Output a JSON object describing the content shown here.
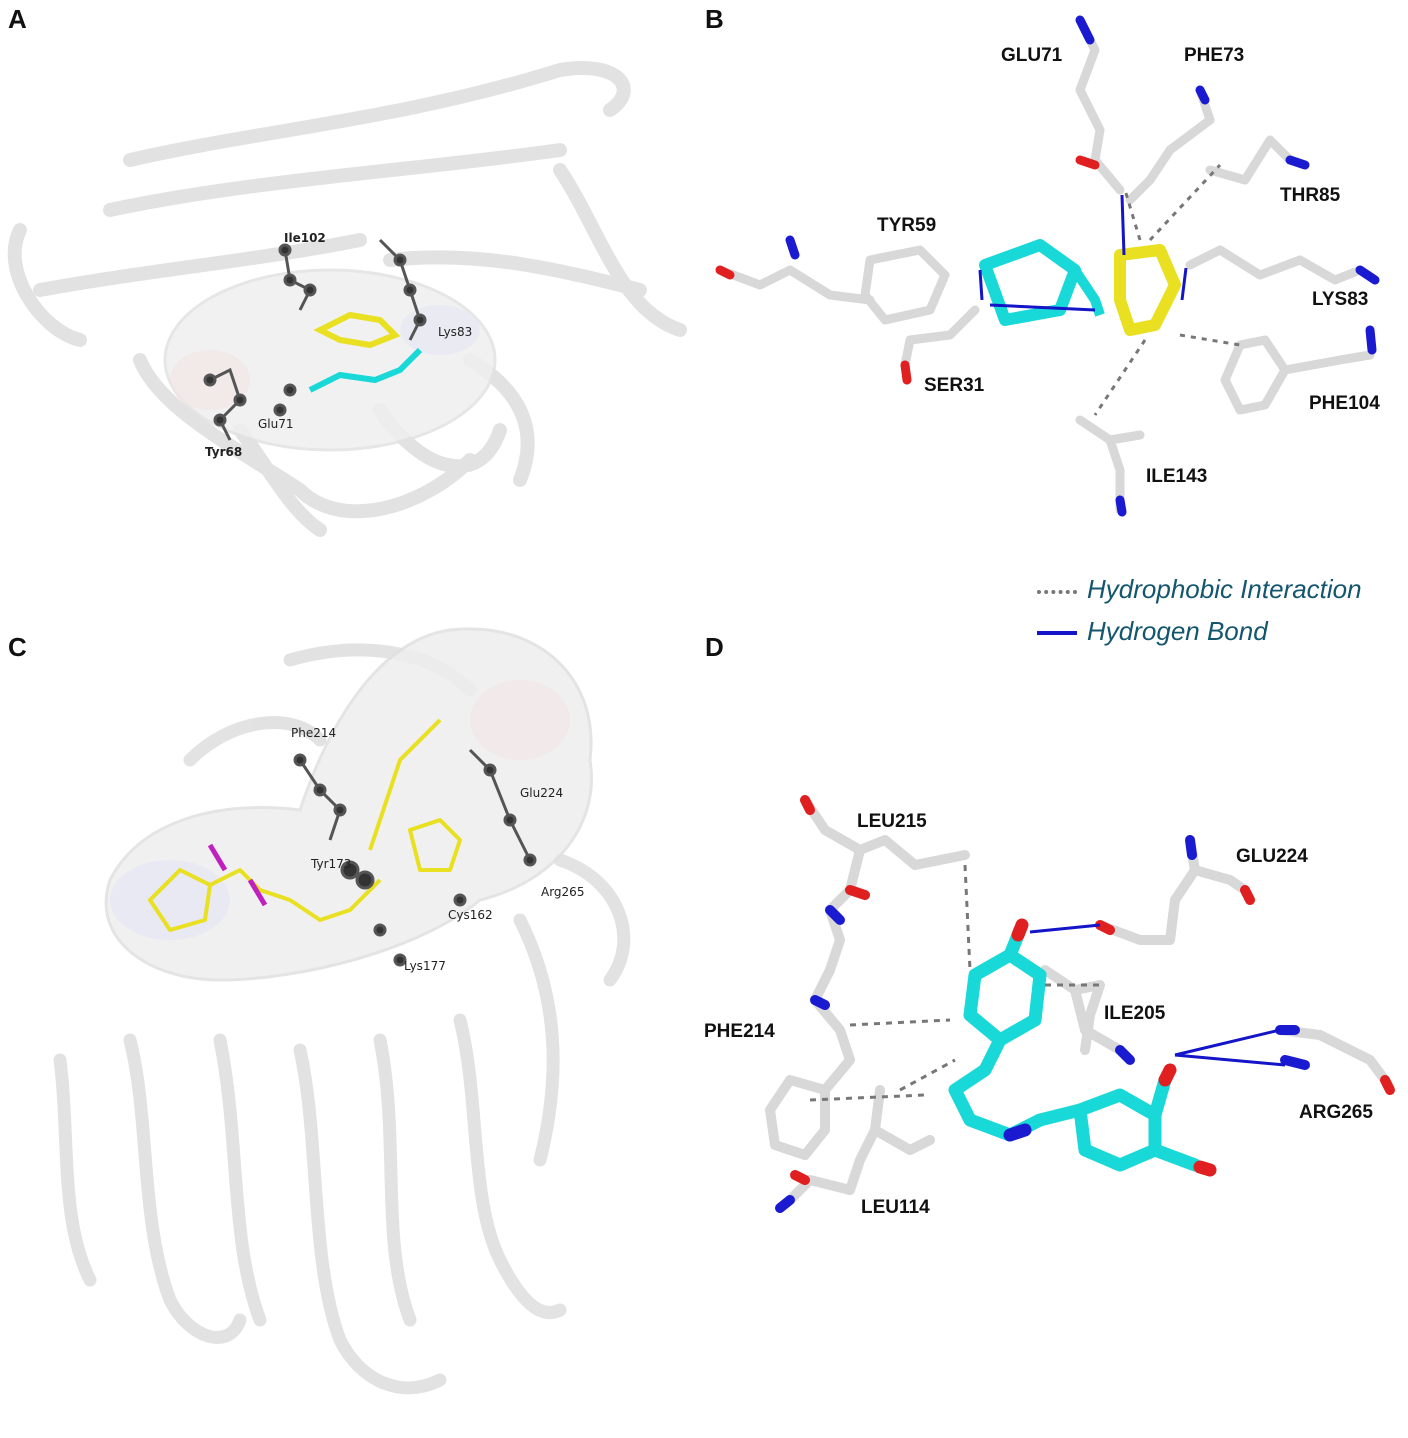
{
  "panels": {
    "a": {
      "label": "A",
      "residues": [
        "Ile102",
        "Lys83",
        "Glu71",
        "Tyr68"
      ]
    },
    "b": {
      "label": "B",
      "residues": [
        "GLU71",
        "PHE73",
        "THR85",
        "TYR59",
        "LYS83",
        "SER31",
        "PHE104",
        "ILE143"
      ]
    },
    "c": {
      "label": "C",
      "residues": [
        "Phe214",
        "Glu224",
        "Tyr173",
        "Arg265",
        "Cys162",
        "Lys177"
      ]
    },
    "d": {
      "label": "D",
      "residues": [
        "LEU215",
        "GLU224",
        "ILE205",
        "PHE214",
        "ARG265",
        "LEU114"
      ]
    }
  },
  "legend": {
    "hydrophobic_label": "Hydrophobic Interaction",
    "hbond_label": "Hydrogen Bond",
    "hydrophobic_color": "#777777",
    "hbond_color": "#1414c8"
  },
  "colors": {
    "carbon_stick": "#d8d8d8",
    "oxygen": "#e02020",
    "nitrogen": "#1a1ad0",
    "ligand_cyan": "#18d8d8",
    "ligand_yellow": "#e8e020",
    "ball_dark": "#333333"
  }
}
